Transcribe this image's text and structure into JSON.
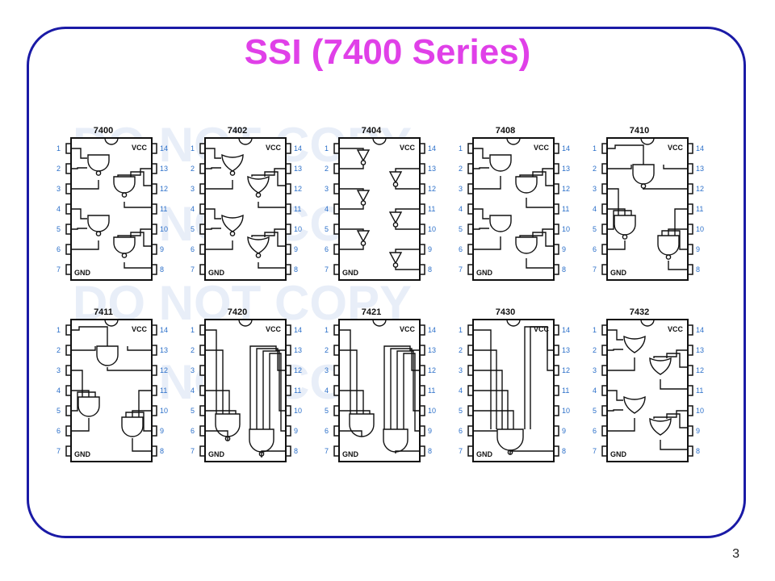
{
  "slide": {
    "title": "SSI (7400 Series)",
    "page_number": "3"
  },
  "power_labels": {
    "vcc": "VCC",
    "gnd": "GND"
  },
  "pin_numbers": {
    "left": [
      "1",
      "2",
      "3",
      "4",
      "5",
      "6",
      "7"
    ],
    "right": [
      "14",
      "13",
      "12",
      "11",
      "10",
      "9",
      "8"
    ]
  },
  "chips": [
    {
      "name": "7400",
      "function": "quad 2-input NAND"
    },
    {
      "name": "7402",
      "function": "quad 2-input NOR"
    },
    {
      "name": "7404",
      "function": "hex inverter"
    },
    {
      "name": "7408",
      "function": "quad 2-input AND"
    },
    {
      "name": "7410",
      "function": "triple 3-input NAND"
    },
    {
      "name": "7411",
      "function": "triple 3-input AND"
    },
    {
      "name": "7420",
      "function": "dual 4-input NAND"
    },
    {
      "name": "7421",
      "function": "dual 4-input AND"
    },
    {
      "name": "7430",
      "function": "8-input NAND"
    },
    {
      "name": "7432",
      "function": "quad 2-input OR"
    }
  ],
  "colors": {
    "title": "#e040e8",
    "frame": "#1a1aa6",
    "pin_numbers": "#2b6fc9"
  }
}
